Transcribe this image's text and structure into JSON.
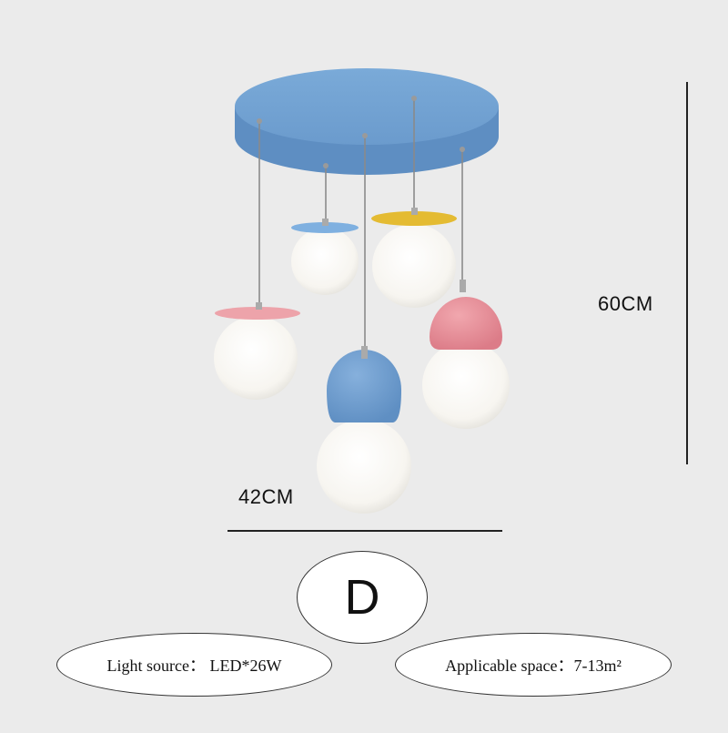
{
  "dimensions": {
    "width_label": "42CM",
    "height_label": "60CM"
  },
  "variant": {
    "letter": "D"
  },
  "specs": {
    "light_source": "Light source： LED*26W",
    "applicable_space": "Applicable space：7-13m²"
  },
  "colors": {
    "background": "#ebebeb",
    "canopy_blue": "#6f9fd0",
    "pink": "#e9939d",
    "yellow": "#e3b92f",
    "globe": "#fbfaf7"
  }
}
